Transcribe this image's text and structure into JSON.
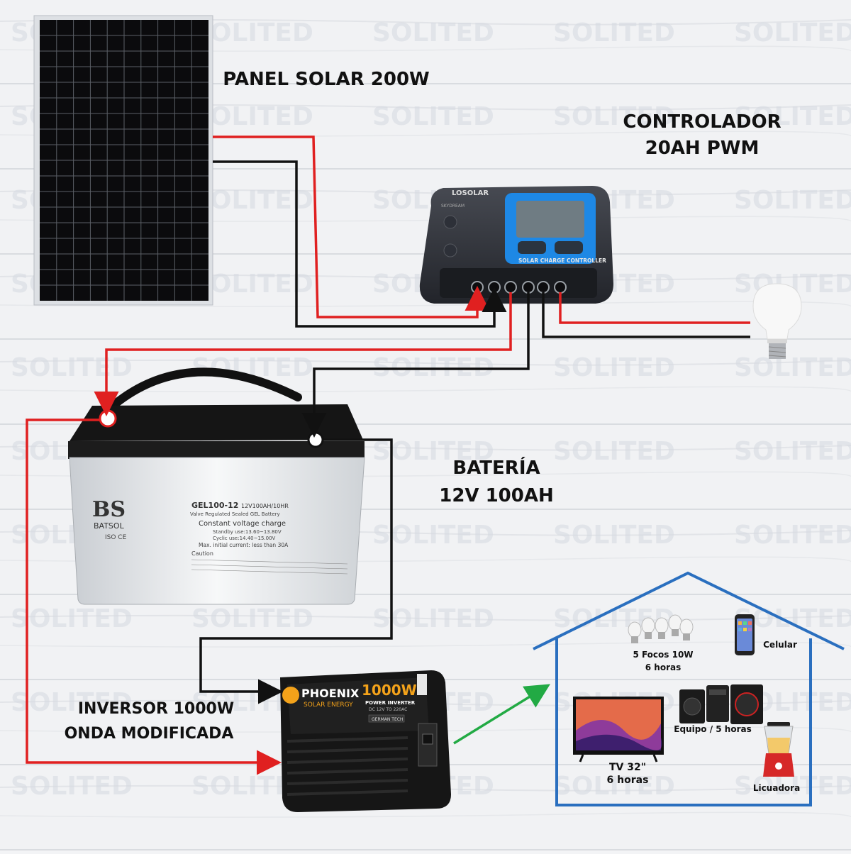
{
  "watermark": "SOLITED",
  "labels": {
    "panel": "PANEL SOLAR 200W",
    "controller_line1": "CONTROLADOR",
    "controller_line2": "20AH PWM",
    "battery_line1": "BATERÍA",
    "battery_line2": "12V 100AH",
    "inverter_line1": "INVERSOR 1000W",
    "inverter_line2": "ONDA MODIFICADA"
  },
  "controller": {
    "brand": "LOSOLAR",
    "sub": "SKYDREAM",
    "caption": "SOLAR CHARGE CONTROLLER"
  },
  "battery": {
    "brand": "BATSOL",
    "model": "GEL100-12",
    "spec": "12V100AH/10HR",
    "desc": "Valve Regulated Sealed GEL Battery",
    "charge": "Constant voltage charge",
    "standby": "Standby use:13.60~13.80V",
    "cyclic": "Cyclic use:14.40~15.00V",
    "max": "Max. initial current: less than 30A",
    "caution": "Caution",
    "certs": "ISO CE"
  },
  "inverter": {
    "brand": "PHOENIX",
    "sub": "SOLAR ENERGY",
    "power": "1000W",
    "type": "POWER INVERTER",
    "dc": "DC 12V TO 220AC",
    "tag": "GERMAN TECH"
  },
  "loads": {
    "bulbs_line1": "5 Focos 10W",
    "bulbs_line2": "6 horas",
    "phone": "Celular",
    "stereo": "Equipo / 5 horas",
    "tv_line1": "TV 32\"",
    "tv_line2": "6 horas",
    "blender": "Licuadora"
  },
  "colors": {
    "positive": "#e02020",
    "negative": "#111111",
    "output": "#22aa44",
    "house": "#2a6fbf",
    "controller_accent": "#1e88e5"
  }
}
